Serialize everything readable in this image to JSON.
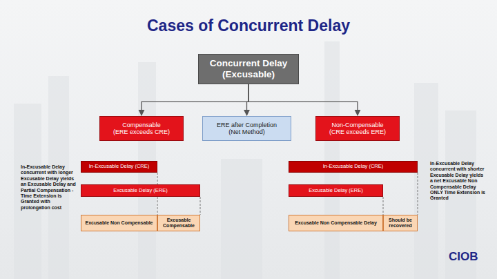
{
  "diagram": {
    "title": "Cases of Concurrent Delay",
    "nodes": [
      {
        "text": [
          "Concurrent Delay",
          "(Excusable)"
        ]
      },
      {
        "text": [
          "Compensable",
          "(ERE exceeds CRE)"
        ]
      },
      {
        "text": [
          "ERE after Completion",
          "(Net Method)"
        ]
      },
      {
        "text": [
          "Non-Compensable",
          "(CRE exceeds ERE)"
        ]
      },
      {
        "text": [
          "In-Excusable Delay (CRE)"
        ]
      },
      {
        "text": [
          "Excusable Delay (ERE)"
        ]
      },
      {
        "text": [
          "Excusable Non Compensable"
        ]
      },
      {
        "text": [
          "Excusable Compensable"
        ]
      },
      {
        "text": [
          "In-Excusable Delay (CRE)"
        ]
      },
      {
        "text": [
          "Excusable Delay (ERE)"
        ]
      },
      {
        "text": [
          "Excusable Non Compensable Delay"
        ]
      },
      {
        "text": [
          "Should be recovered"
        ]
      }
    ],
    "edges": [
      {
        "from": 0,
        "to": 1,
        "arrow": "to"
      },
      {
        "from": 0,
        "to": 2,
        "arrow": "to"
      },
      {
        "from": 0,
        "to": 3,
        "arrow": "to"
      }
    ],
    "labels": [
      "In-Excusable Delay concurrent with longer Excusable Delay yields an Excusable Delay and Partial Compensation - Time Extension is Granted with prolongation cost",
      "In-Excusable Delay concurrent with shorter Excusable Delay yields a net Excusable Non Compensable Delay ONLY Time Extension is Granted",
      "CIOB"
    ]
  }
}
